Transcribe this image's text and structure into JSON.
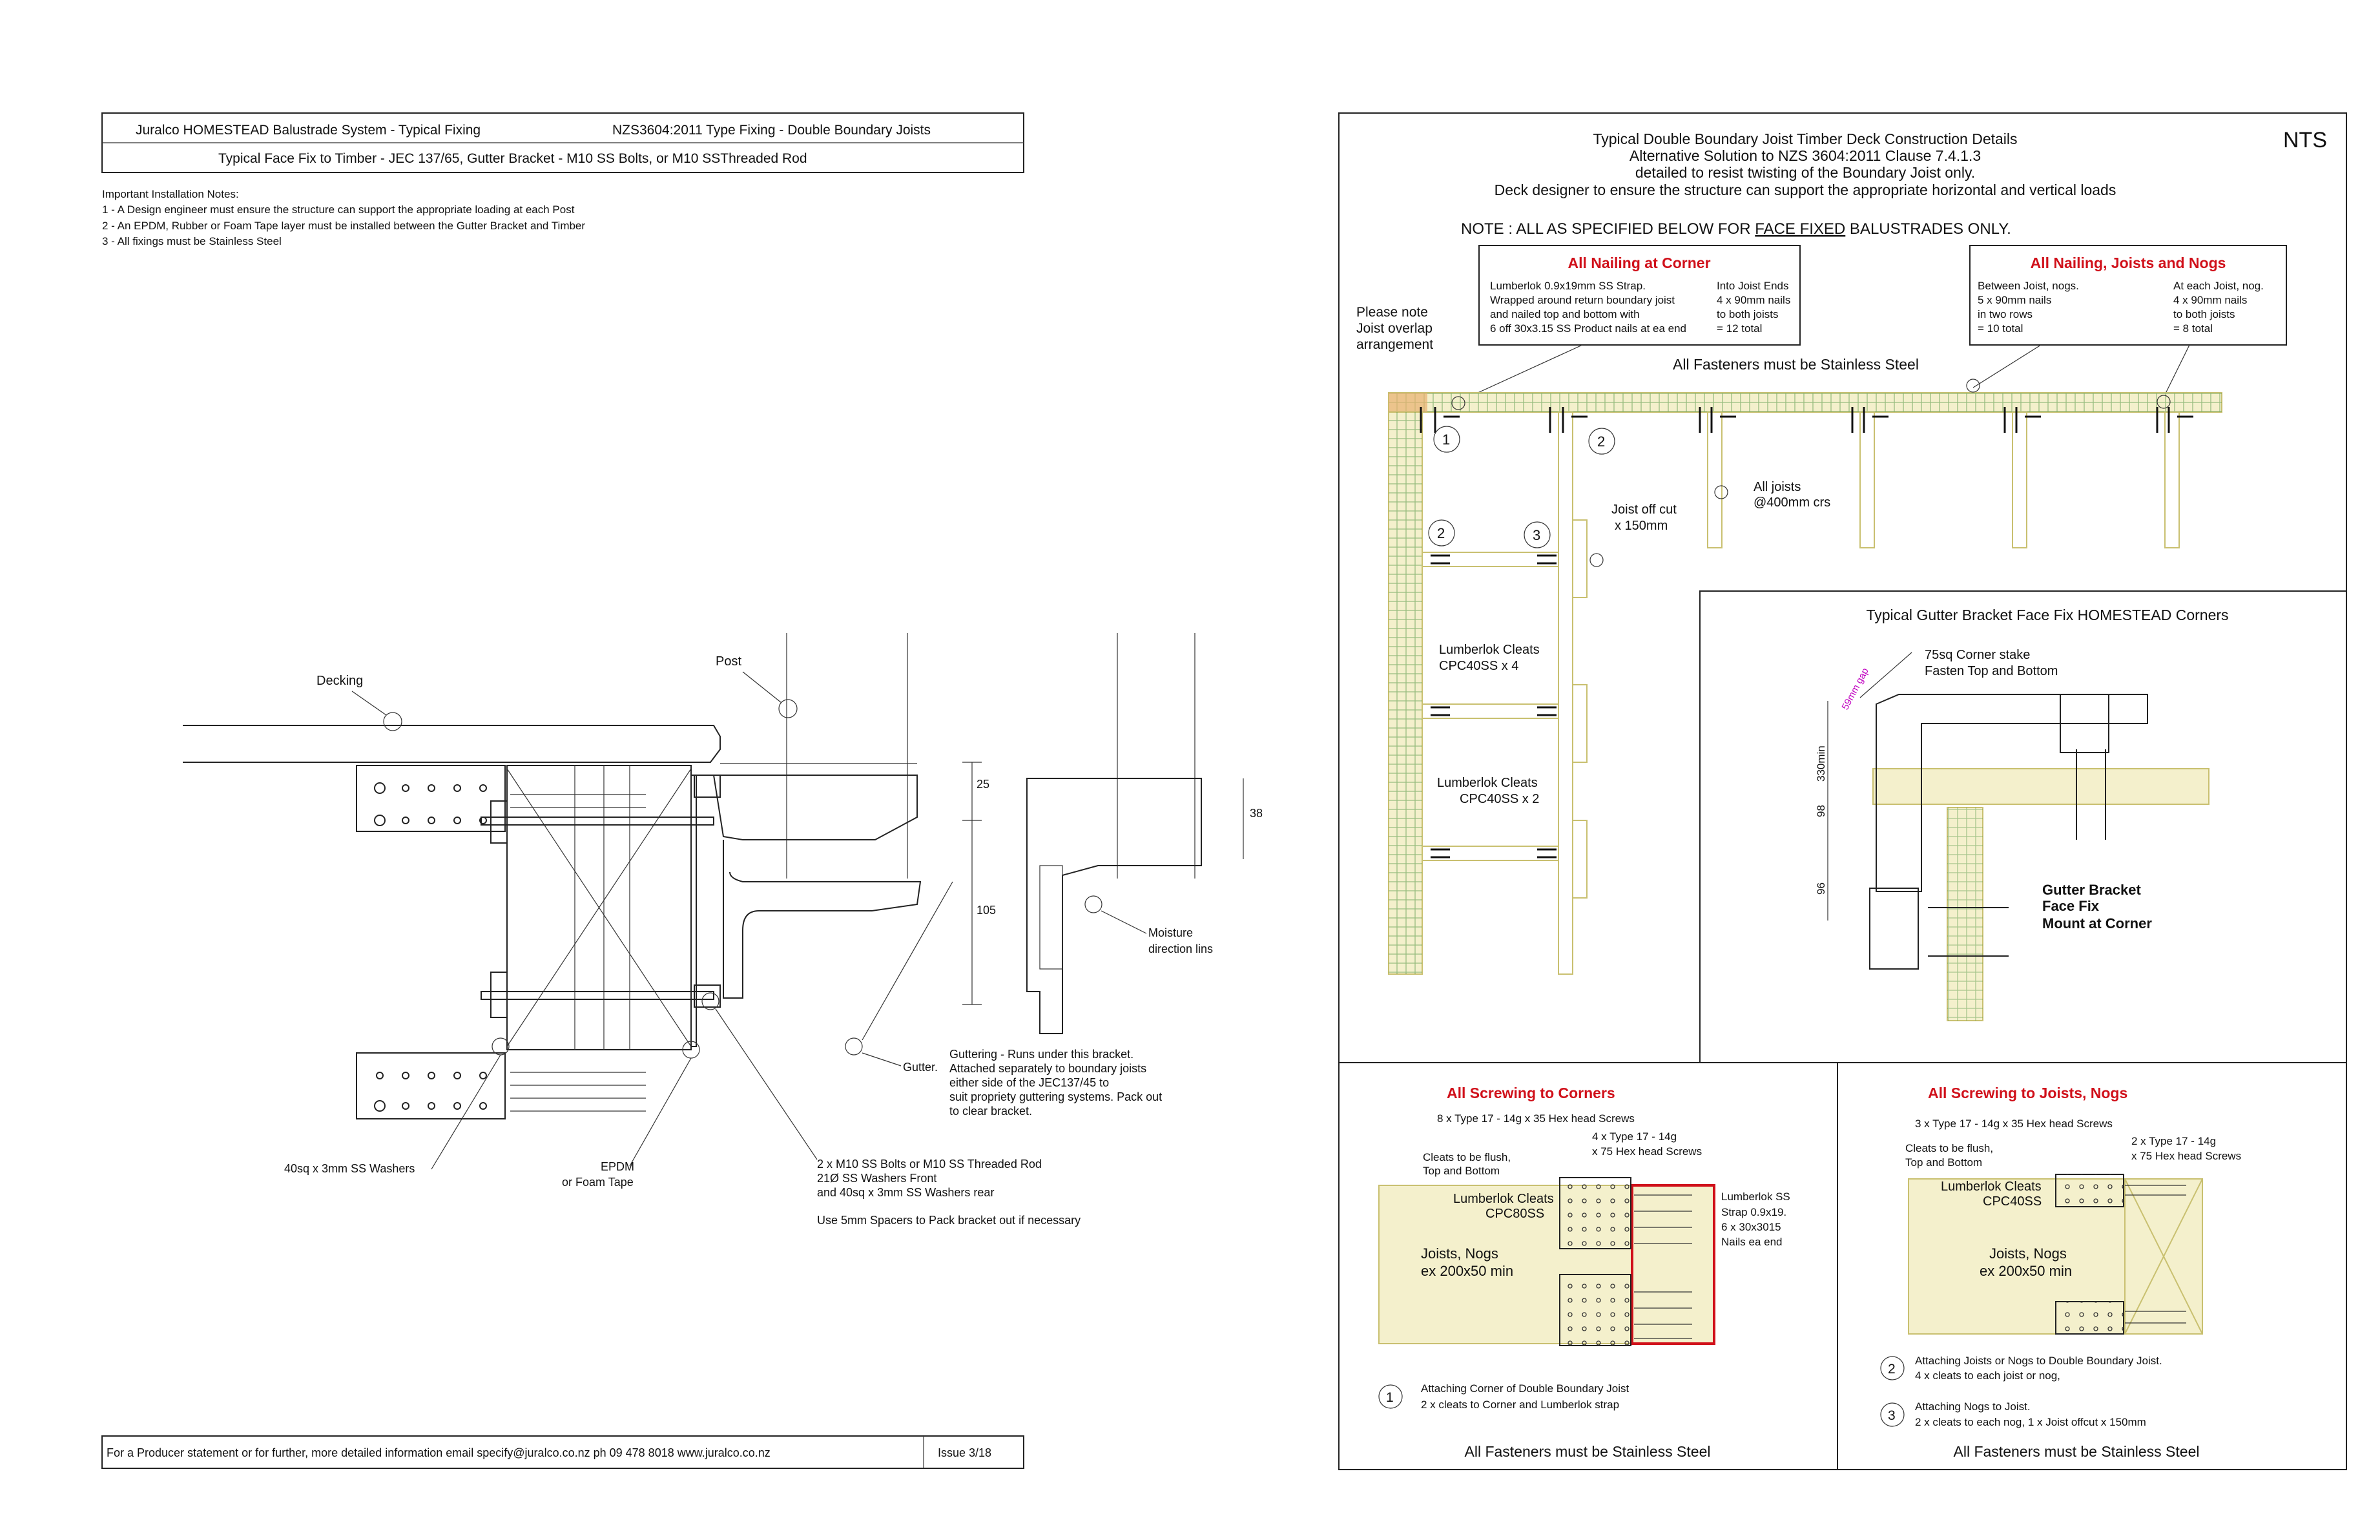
{
  "left": {
    "title_row1_left": "Juralco HOMESTEAD Balustrade System - Typical Fixing",
    "title_row1_right": "NZS3604:2011 Type Fixing - Double Boundary Joists",
    "title_row2": "Typical  Face Fix to Timber - JEC 137/65, Gutter Bracket  - M10 SS Bolts, or M10 SSThreaded Rod",
    "notes": [
      "Important Installation Notes:",
      "1 - A Design engineer must ensure the structure can support the appropriate loading at each Post",
      "2 - An EPDM, Rubber or Foam Tape layer must be  installed between the Gutter Bracket and Timber",
      "3 - All fixings must be Stainless Steel"
    ],
    "labels": {
      "decking": "Decking",
      "post": "Post",
      "dim_25": "25",
      "dim_105": "105",
      "dim_38": "38",
      "moisture": [
        "Moisture",
        "direction lins"
      ],
      "gutter": "Gutter.",
      "guttering": [
        "Guttering - Runs under this bracket.",
        "Attached separately to boundary joists",
        "either side of the JEC137/45 to",
        "suit propriety guttering systems. Pack out",
        "to clear bracket."
      ],
      "washers": "40sq x 3mm SS Washers",
      "epdm": [
        "EPDM",
        "or Foam Tape"
      ],
      "bolts": [
        "2 x M10 SS Bolts or M10 SS Threaded Rod",
        " 21Ø SS Washers Front",
        "and 40sq x 3mm SS Washers rear"
      ],
      "spacers": "Use 5mm Spacers to Pack bracket out if necessary"
    },
    "footer": "For a Producer statement or for further, more detailed information   email specify@juralco.co.nz   ph 09 478 8018   www.juralco.co.nz",
    "issue": "Issue 3/18"
  },
  "right": {
    "nts": "NTS",
    "header": [
      "Typical  Double Boundary Joist Timber Deck Construction Details",
      "Alternative Solution to NZS 3604:2011   Clause 7.4.1.3",
      "detailed to resist twisting of the Boundary Joist only.",
      "Deck designer to ensure the structure can support the appropriate horizontal and vertical loads"
    ],
    "note_prefix": "NOTE : ALL AS SPECIFIED BELOW FOR ",
    "note_underlined": "FACE FIXED",
    "note_suffix": " BALUSTRADES ONLY.",
    "nail_corner": {
      "title": "All Nailing at Corner",
      "col1": [
        "Lumberlok 0.9x19mm SS Strap.",
        "Wrapped around return boundary joist",
        "and nailed top and bottom with",
        "6 off 30x3.15 SS Product nails at ea end"
      ],
      "col2": [
        "Into Joist Ends",
        "4 x 90mm nails",
        "to both joists",
        "= 12 total"
      ]
    },
    "nail_joists": {
      "title": "All Nailing, Joists and Nogs",
      "col1": [
        "Between Joist, nogs.",
        "5 x 90mm nails",
        "in two rows",
        "= 10 total"
      ],
      "col2": [
        "At each Joist, nog.",
        "4 x 90mm nails",
        "to both joists",
        "= 8 total"
      ]
    },
    "please_note": [
      "Please note",
      "Joist overlap",
      "arrangement"
    ],
    "all_fasteners": "All Fasteners must be Stainless Steel",
    "all_joists": [
      "All joists",
      "@400mm crs"
    ],
    "joist_offcut": [
      "Joist off cut",
      "x 150mm"
    ],
    "cleats4": [
      "Lumberlok Cleats",
      "CPC40SS x 4"
    ],
    "cleats2": [
      "Lumberlok Cleats",
      "CPC40SS x 2"
    ],
    "markers": [
      "1",
      "2",
      "2",
      "3"
    ],
    "gutter_panel": {
      "title": "Typical Gutter Bracket Face Fix HOMESTEAD Corners",
      "stake": [
        "75sq  Corner stake",
        "Fasten Top and Bottom"
      ],
      "gap": "59mm gap",
      "dim_330": "330min",
      "dim_98": "98",
      "dim_96": "96",
      "bracket": [
        "Gutter Bracket",
        "Face Fix",
        "Mount at Corner"
      ]
    },
    "screw_corners": {
      "title": "All Screwing to Corners",
      "s1": "8 x Type 17 - 14g x 35 Hex head Screws",
      "s2": [
        "4 x Type 17 - 14g",
        "x 75 Hex head Screws"
      ],
      "flush": [
        "Cleats to be flush,",
        "Top and Bottom"
      ],
      "cleats": [
        "Lumberlok Cleats",
        "CPC80SS"
      ],
      "strap": [
        "Lumberlok SS",
        "Strap 0.9x19.",
        "6 x 30x3015",
        "Nails ea end"
      ],
      "joists": [
        "Joists, Nogs",
        "ex 200x50 min"
      ],
      "marker": "1",
      "desc": [
        "Attaching Corner of Double Boundary Joist",
        "2 x cleats to Corner and Lumberlok strap"
      ],
      "footer": "All Fasteners must be Stainless Steel"
    },
    "screw_joists": {
      "title": "All Screwing to Joists, Nogs",
      "s1": "3 x Type 17 - 14g x 35 Hex head Screws",
      "s2": [
        "2 x Type 17 - 14g",
        "x 75 Hex head Screws"
      ],
      "flush": [
        "Cleats to be flush,",
        "Top and Bottom"
      ],
      "cleats": [
        "Lumberlok Cleats",
        "CPC40SS"
      ],
      "joists": [
        "Joists, Nogs",
        "ex 200x50 min"
      ],
      "marker2": "2",
      "desc2": [
        "Attaching Joists or Nogs to Double Boundary Joist.",
        "4 x cleats to each joist or nog,"
      ],
      "marker3": "3",
      "desc3": [
        "Attaching Nogs to Joist.",
        "2 x cleats to each nog, 1 x Joist offcut x 150mm"
      ],
      "footer": "All Fasteners must be Stainless Steel"
    }
  }
}
